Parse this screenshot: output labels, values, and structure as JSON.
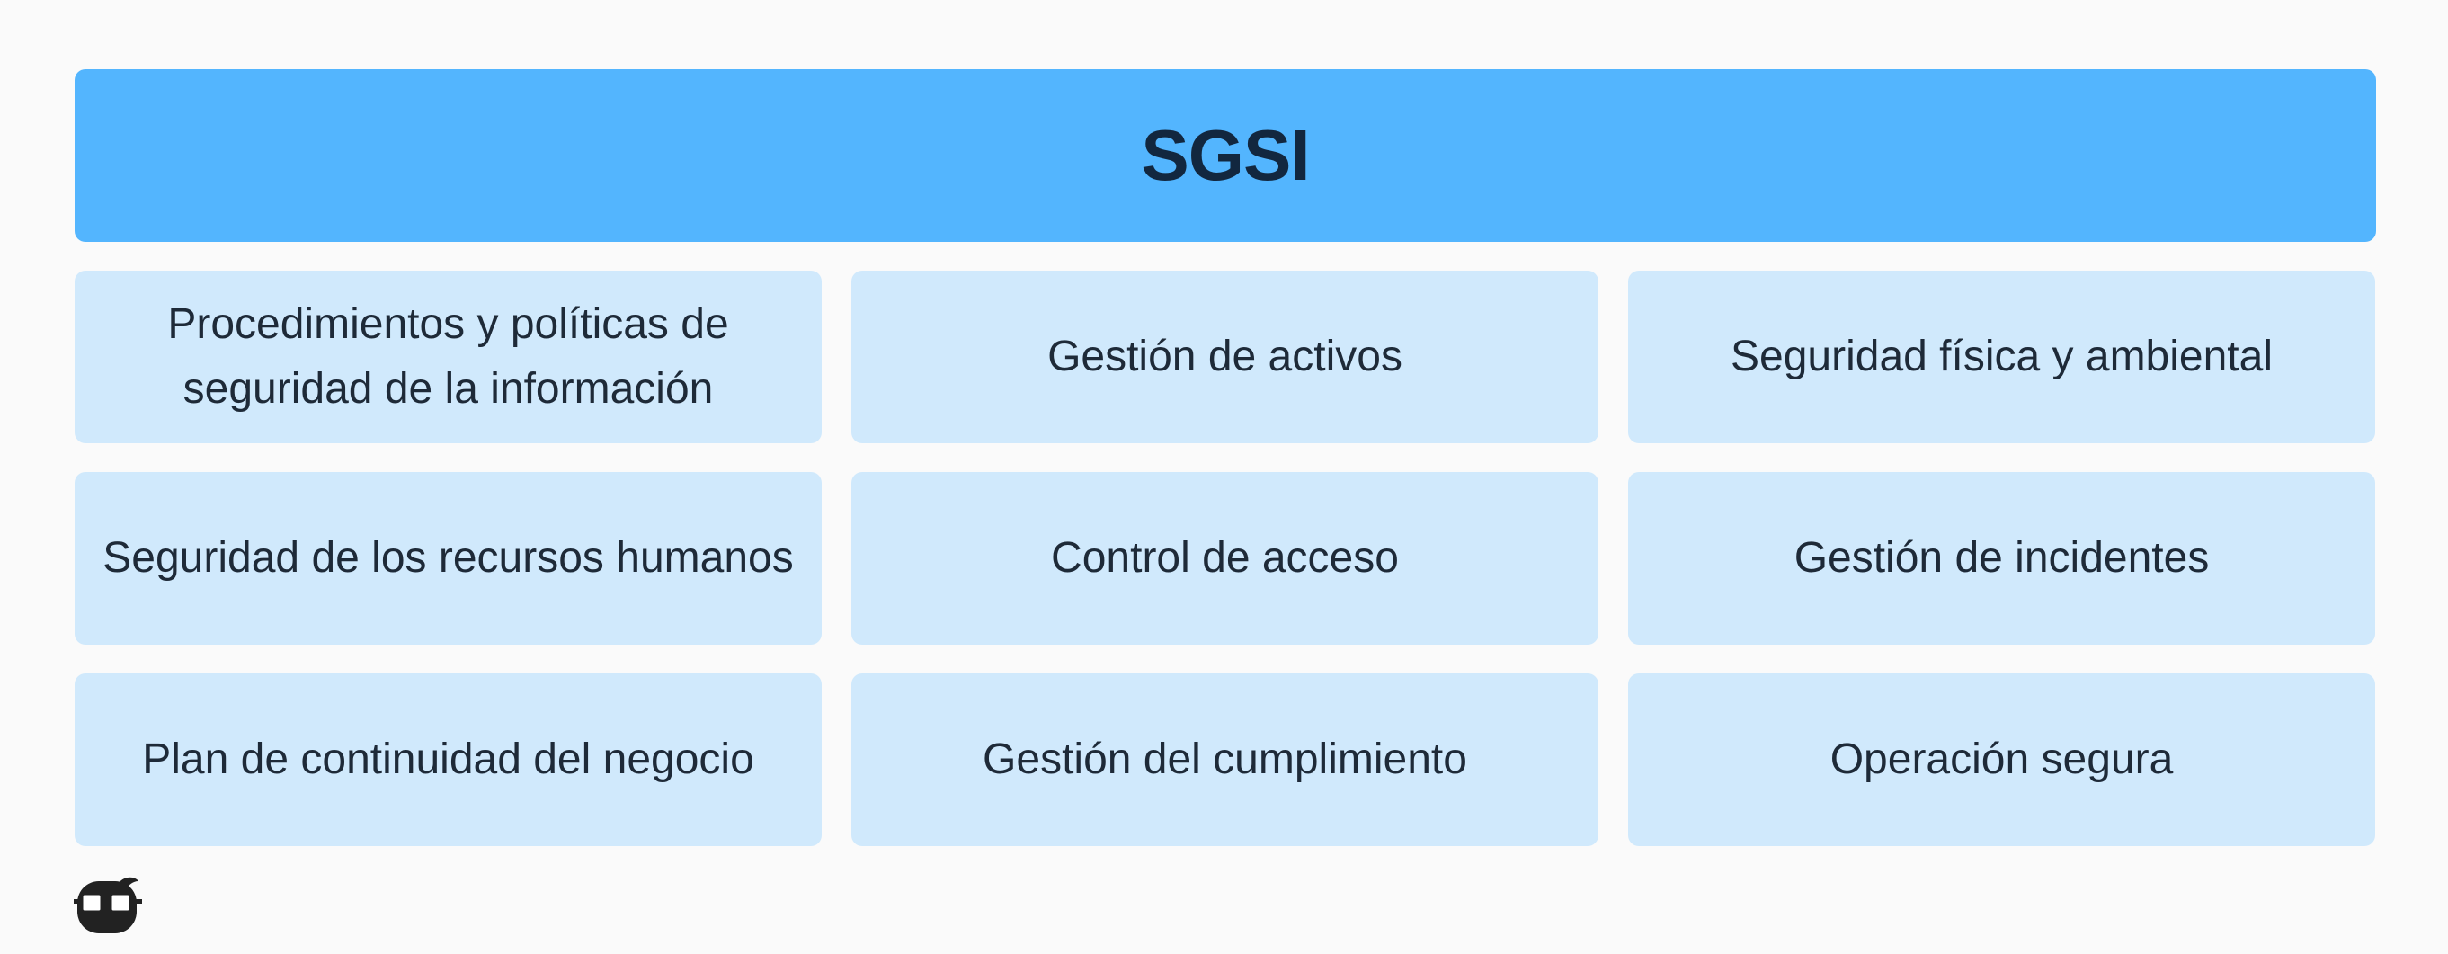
{
  "header": {
    "title": "SGSI",
    "color": "#53b5fe",
    "text_color": "#12273f"
  },
  "cells": [
    {
      "label": "Procedimientos y políticas de seguridad de la información"
    },
    {
      "label": "Gestión de activos"
    },
    {
      "label": "Seguridad física y ambiental"
    },
    {
      "label": "Seguridad de los recursos humanos"
    },
    {
      "label": "Control de acceso"
    },
    {
      "label": "Gestión de incidentes"
    },
    {
      "label": "Plan de continuidad del negocio"
    },
    {
      "label": "Gestión del cumplimiento"
    },
    {
      "label": "Operación segura"
    }
  ],
  "cell_color": "#d0e9fc",
  "logo": {
    "icon": "nerd-face-icon"
  }
}
